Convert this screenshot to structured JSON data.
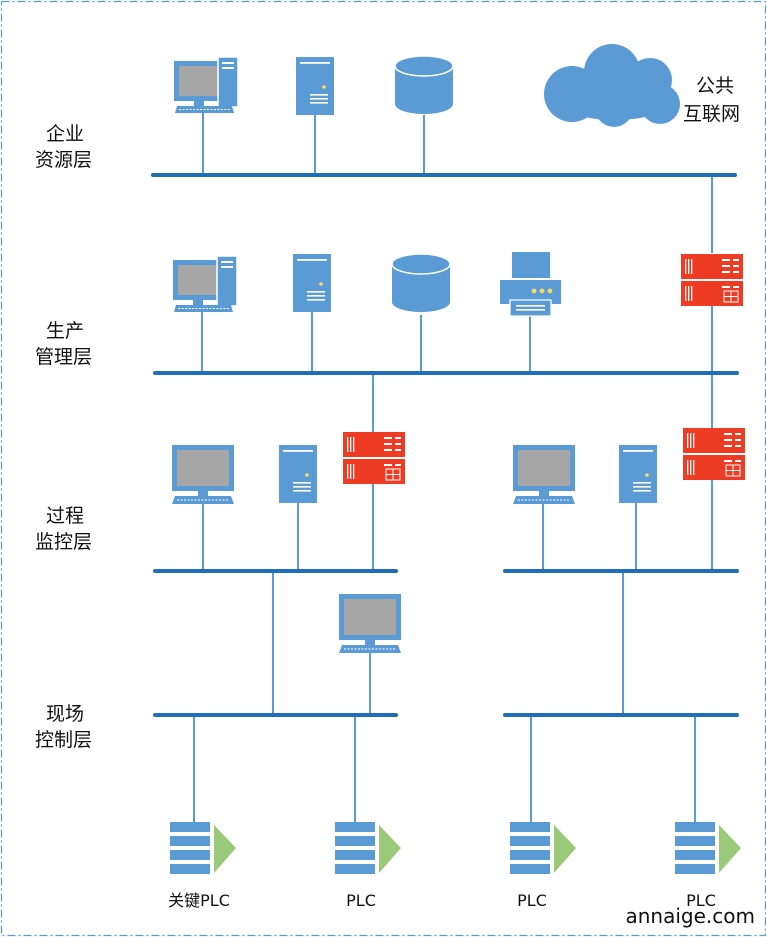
{
  "layers": [
    {
      "line1": "企业",
      "line2": "资源层"
    },
    {
      "line1": "生产",
      "line2": "管理层"
    },
    {
      "line1": "过程",
      "line2": "监控层"
    },
    {
      "line1": "现场",
      "line2": "控制层"
    }
  ],
  "cloud": {
    "line1": "公共",
    "line2": "互联网"
  },
  "plcs": [
    "关键PLC",
    "PLC",
    "PLC",
    "PLC"
  ],
  "watermark": "annaige.com",
  "colors": {
    "bus": "#1e6fb8",
    "device": "#5b9bd5",
    "firewall": "#ee3b24",
    "plc_arrow": "#9bc97a",
    "border": "#5b9bd5"
  },
  "icons": [
    "computer-icon",
    "server-icon",
    "database-icon",
    "cloud-icon",
    "printer-icon",
    "firewall-icon",
    "plc-icon"
  ]
}
